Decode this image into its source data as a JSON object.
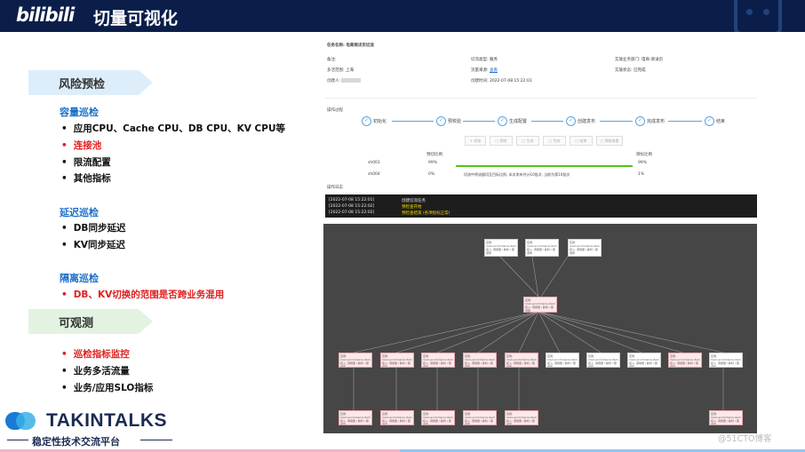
{
  "header": {
    "brand": "bilibili",
    "title": "切量可视化"
  },
  "sections": [
    {
      "title": "风险预检"
    },
    {
      "title": "可观测"
    }
  ],
  "groups": {
    "capacity": {
      "title": "容量巡检",
      "items": [
        "应用CPU、Cache CPU、DB CPU、KV CPU等",
        "连接池",
        "限流配置",
        "其他指标"
      ]
    },
    "latency": {
      "title": "延迟巡检",
      "items": [
        "DB同步延迟",
        "KV同步延迟"
      ]
    },
    "isolation": {
      "title": "隔离巡检",
      "items": [
        "DB、KV切换的范围是否跨业务混用"
      ]
    },
    "observe": {
      "items": [
        "巡检指标监控",
        "业务多活流量",
        "业务/应用SLO指标"
      ]
    }
  },
  "footer": {
    "logo_text": "TAKINTALKS",
    "subtitle": "稳定性技术交流平台",
    "watermark": "@51CTO博客"
  },
  "app": {
    "task_title": "任务名称: 电商商详页切流",
    "meta": [
      {
        "label": "备注:",
        "value": ""
      },
      {
        "label": "切流类型:",
        "value": "服务"
      },
      {
        "label": "实施业务部门:",
        "value": "电商-商详页"
      },
      {
        "label": "多活范围:",
        "value": "上海"
      },
      {
        "label": "流量来源:",
        "value": "查看"
      },
      {
        "label": "实施状态:",
        "value": "已完成"
      },
      {
        "label": "创建人:",
        "value": ""
      },
      {
        "label": "创建时间:",
        "value": "2022-07-08 15:22:01"
      }
    ],
    "section_steps": "操作过程",
    "steps": [
      "初始化",
      "预校验",
      "生成配置",
      "创建发布",
      "完成发布",
      "结束"
    ],
    "buttons": [
      "+ 初始",
      "□ 预检",
      "□ 生成",
      "□ 完成",
      "□ 结束",
      "□ 预校查看"
    ],
    "table": {
      "col_pre": "预切比例",
      "col_target": "目标比例",
      "rows": [
        {
          "zone": "sh001",
          "pre": "99%",
          "target": "99%",
          "msg": ""
        },
        {
          "zone": "sh004",
          "pre": "0%",
          "target": "1%",
          "msg": "切流中将流量切至目标比例, 本次发布共计10批次, 当前为第10批次"
        }
      ]
    },
    "section_log": "操作日志",
    "log": [
      {
        "ts": "[2022-07-08 15:22:01]",
        "msg": "创建切流任务",
        "color": "#e8e8e8"
      },
      {
        "ts": "[2022-07-08 15:22:02]",
        "msg": "预检查开始",
        "color": "#f5d800"
      },
      {
        "ts": "[2022-07-08 15:22:02]",
        "msg": "预检查结束 (各项指标正常)",
        "color": "#f5d800"
      }
    ],
    "node_text": "应用: main.ecommerce.item 接入: 调用量 / 耗时 / 错误率"
  }
}
